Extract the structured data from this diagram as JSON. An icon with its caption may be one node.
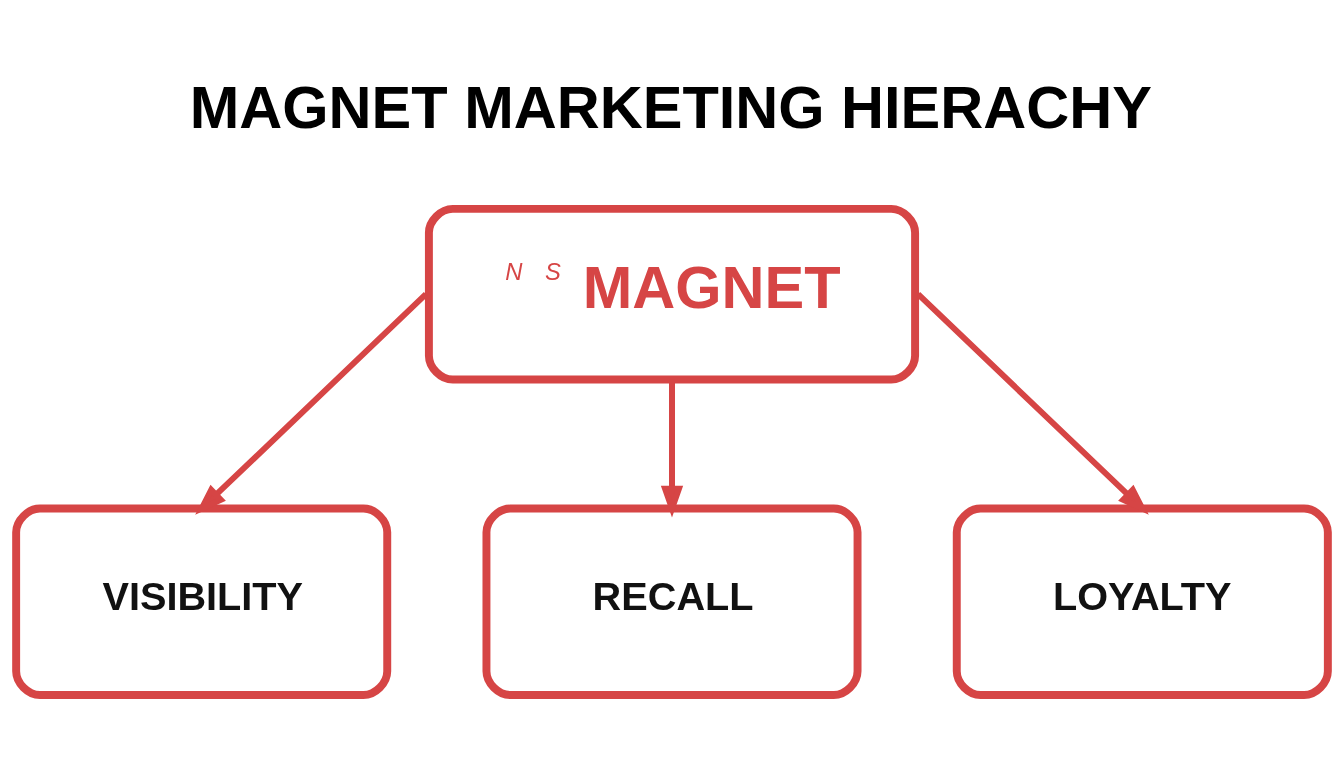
{
  "diagram": {
    "title": "MAGNET MARKETING HIERACHY",
    "nodes": [
      {
        "text": [
          "N",
          "S",
          "MAGNET"
        ]
      },
      {
        "text": [
          "VISIBILITY"
        ]
      },
      {
        "text": [
          "RECALL"
        ]
      },
      {
        "text": [
          "LOYALTY"
        ]
      }
    ],
    "edges": [
      {
        "from": 0,
        "to": 1,
        "arrow": "to"
      },
      {
        "from": 0,
        "to": 2,
        "arrow": "to"
      },
      {
        "from": 0,
        "to": 3,
        "arrow": "to"
      }
    ]
  }
}
